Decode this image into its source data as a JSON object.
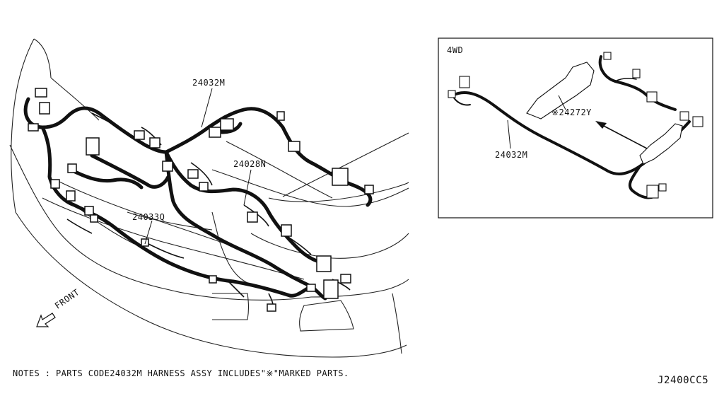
{
  "main_diagram": {
    "labels": {
      "harness_24032M": "24032M",
      "harness_24028N": "24028N",
      "harness_24033Q": "24033Q"
    },
    "direction_label": "FRONT"
  },
  "inset": {
    "title": "4WD",
    "labels": {
      "harness_24032M": "24032M",
      "part_24272Y": "※24272Y"
    }
  },
  "footer": {
    "notes": "NOTES : PARTS CODE24032M HARNESS ASSY INCLUDES\"※\"MARKED PARTS.",
    "diagram_code": "J2400CC5"
  }
}
